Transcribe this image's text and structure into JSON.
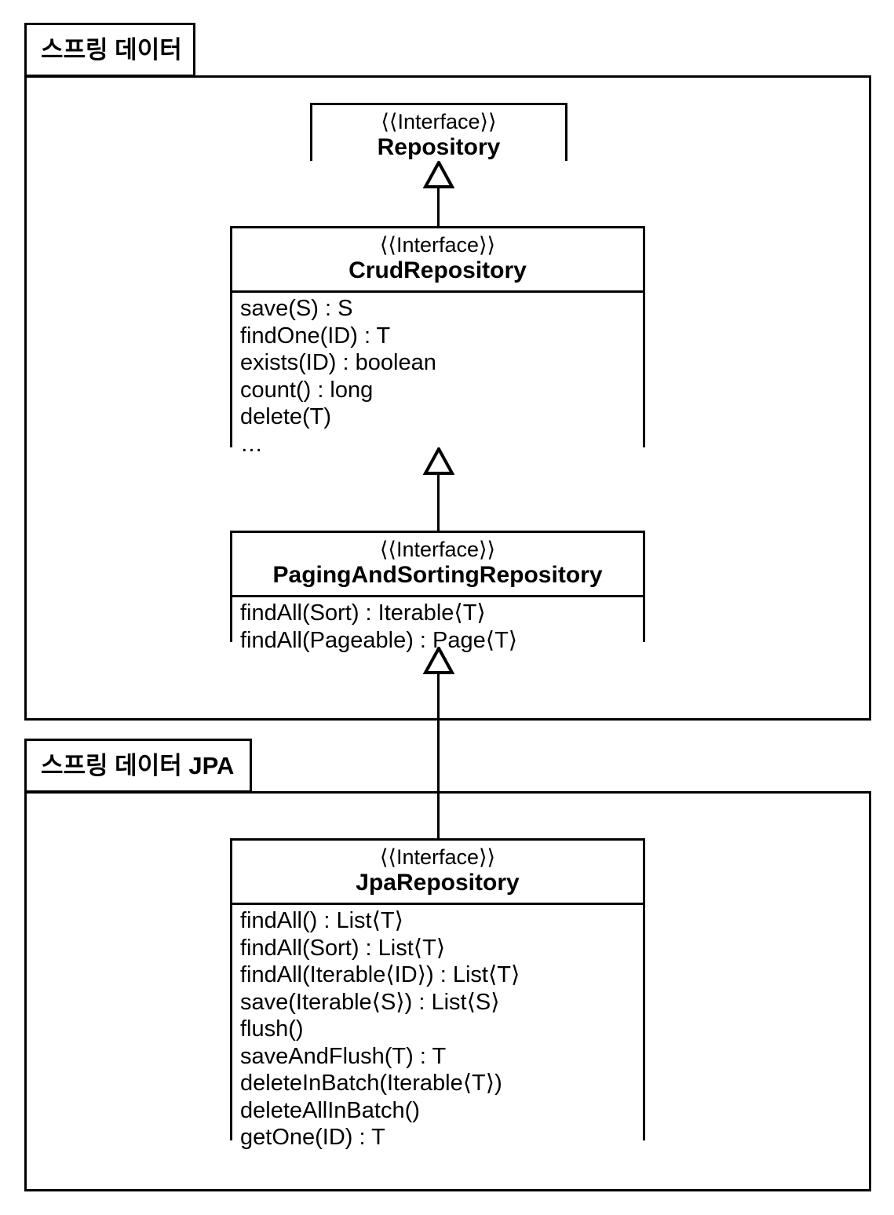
{
  "diagram": {
    "type": "uml-class-diagram",
    "packages": [
      {
        "name": "spring-data",
        "label": "스프링 데이터"
      },
      {
        "name": "spring-data-jpa",
        "label": "스프링 데이터 JPA"
      }
    ],
    "classes": [
      {
        "id": "repository",
        "stereotype": "⟨⟨Interface⟩⟩",
        "name": "Repository",
        "members": []
      },
      {
        "id": "crud-repository",
        "stereotype": "⟨⟨Interface⟩⟩",
        "name": "CrudRepository",
        "members": [
          "save(S) : S",
          "findOne(ID) : T",
          "exists(ID) : boolean",
          "count() : long",
          "delete(T)",
          "…"
        ]
      },
      {
        "id": "paging-and-sorting-repository",
        "stereotype": "⟨⟨Interface⟩⟩",
        "name": "PagingAndSortingRepository",
        "members": [
          "findAll(Sort) : Iterable⟨T⟩",
          "findAll(Pageable) : Page⟨T⟩"
        ]
      },
      {
        "id": "jpa-repository",
        "stereotype": "⟨⟨Interface⟩⟩",
        "name": "JpaRepository",
        "members": [
          "findAll() : List⟨T⟩",
          "findAll(Sort) : List⟨T⟩",
          "findAll(Iterable⟨ID⟩) : List⟨T⟩",
          "save(Iterable⟨S⟩) : List⟨S⟩",
          "flush()",
          "saveAndFlush(T) : T",
          "deleteInBatch(Iterable⟨T⟩)",
          "deleteAllInBatch()",
          "getOne(ID) : T"
        ]
      }
    ],
    "relationships": [
      {
        "type": "generalization",
        "from": "crud-repository",
        "to": "repository"
      },
      {
        "type": "generalization",
        "from": "paging-and-sorting-repository",
        "to": "crud-repository"
      },
      {
        "type": "generalization",
        "from": "jpa-repository",
        "to": "paging-and-sorting-repository"
      }
    ],
    "colors": {
      "stroke": "#000000",
      "background": "#ffffff"
    }
  }
}
